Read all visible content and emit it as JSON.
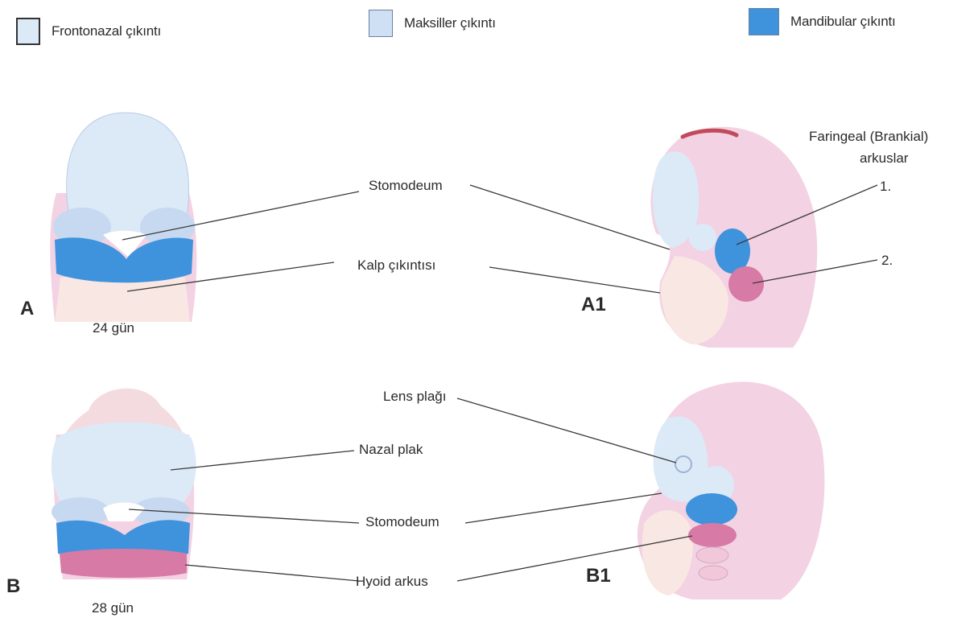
{
  "legend": [
    {
      "label": "Frontonazal çıkıntı",
      "color": "#dce9f7"
    },
    {
      "label": "Maksiller çıkıntı",
      "color": "#cfe0f5"
    },
    {
      "label": "Mandibular çıkıntı",
      "color": "#3f93dc"
    }
  ],
  "colors": {
    "skin": "#f3d2e3",
    "frontonasal": "#dce9f7",
    "maxillary": "#c7d9f0",
    "mandibular": "#3f93dc",
    "hyoid": "#d77aa6",
    "heart": "#f7e6e2",
    "line": "#3a3a3a"
  },
  "labels": {
    "stomodeum_top": "Stomodeum",
    "kalp": "Kalp çıkıntısı",
    "faringeal_line1": "Faringeal (Brankial)",
    "faringeal_line2": "arkuslar",
    "arch1": "1.",
    "arch2": "2.",
    "lens": "Lens plağı",
    "nazal": "Nazal plak",
    "stomodeum_bottom": "Stomodeum",
    "hyoid": "Hyoid arkus"
  },
  "panels": {
    "a": "A",
    "a1": "A1",
    "b": "B",
    "b1": "B1"
  },
  "days": {
    "a": "24 gün",
    "b": "28 gün"
  }
}
